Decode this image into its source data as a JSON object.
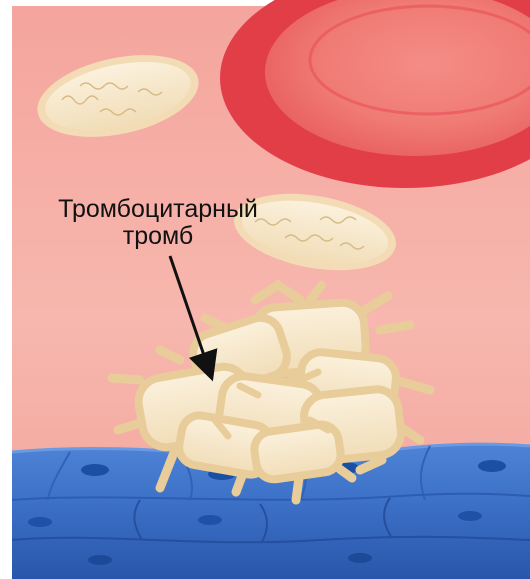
{
  "labels": {
    "thrombus_line1": "Тромбоцитарный",
    "thrombus_line2": "тромб"
  },
  "colors": {
    "plasma_light": "#f7b3ab",
    "plasma_dark": "#ee8f85",
    "rbc_rim": "#e23e48",
    "rbc_center": "#f17d77",
    "platelet_fill": "#f7e7c9",
    "platelet_outline": "#e8cc9a",
    "endothelium_top": "#3f74c9",
    "endothelium_bottom": "#2a58ad",
    "nucleus": "#1a4fa3",
    "arrow": "#111111"
  },
  "icons": [
    "red-blood-cell",
    "platelet",
    "platelet-aggregate",
    "endothelial-cell",
    "pointer-arrow"
  ]
}
